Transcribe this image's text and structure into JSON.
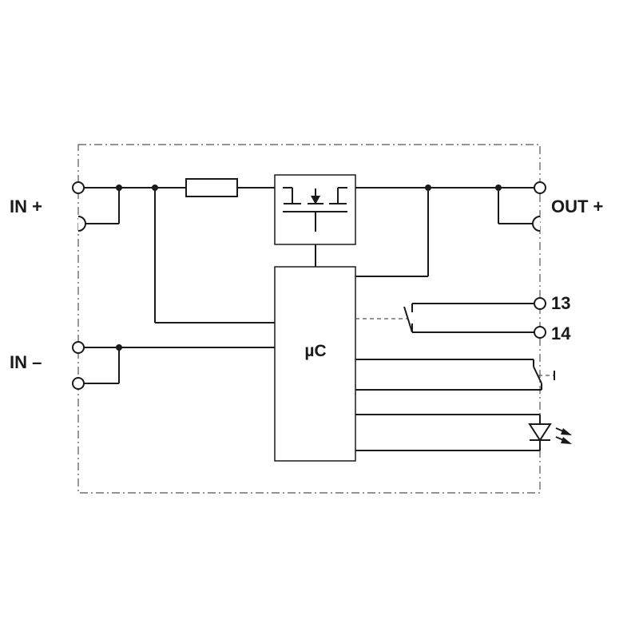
{
  "labels": {
    "in_plus": "IN +",
    "in_minus": "IN –",
    "out_plus": "OUT +",
    "contact_13": "13",
    "contact_14": "14",
    "microcontroller": "µC"
  },
  "colors": {
    "line": "#1a1a1a",
    "housing": "#555555",
    "background": "#ffffff"
  },
  "icons": [
    "fuse-icon",
    "mosfet-icon",
    "relay-contact-icon",
    "pushbutton-icon",
    "led-icon",
    "terminal-icon",
    "junction-dot-icon"
  ]
}
